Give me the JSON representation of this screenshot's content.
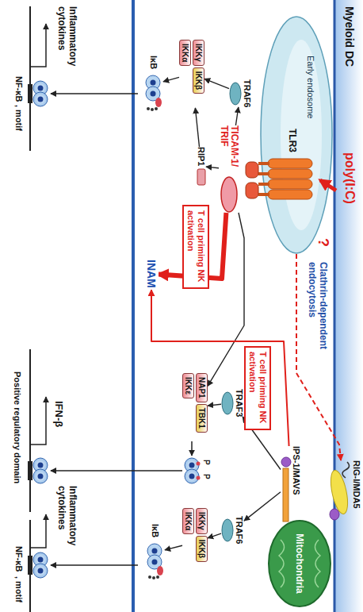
{
  "diagram": {
    "nodes": [
      {
        "text": [
          "Early endosome"
        ]
      },
      {
        "text": [
          "TLR3"
        ],
        "in": 0
      },
      {
        "text": [
          "TICAM-1/ TRIF"
        ]
      },
      {
        "text": [
          "TRAF6"
        ]
      },
      {
        "text": [
          "RIP1"
        ]
      },
      {
        "text": [
          "IKKγ",
          "IKKβ",
          "IKKα"
        ]
      },
      {
        "text": [
          "IκB"
        ]
      },
      {
        "text": [
          "T cell priming NK activation"
        ]
      },
      {
        "text": [
          "TRAF3"
        ]
      },
      {
        "text": [
          "NAP1",
          "TBK1",
          "IKKε"
        ]
      },
      {
        "text": [
          "Mitochondria"
        ]
      },
      {
        "text": [
          "IPS-1/MAVS"
        ]
      },
      {
        "text": [
          "T cell priming NK activation"
        ]
      },
      {
        "text": [
          "TRAF6"
        ]
      },
      {
        "text": [
          "IKKγ",
          "IKKβ",
          "IKKα"
        ]
      },
      {
        "text": [
          "IκB"
        ]
      },
      {
        "text": [
          "INAM"
        ]
      },
      {
        "text": [
          "RIG-I/MDA5"
        ]
      }
    ],
    "edges": [
      {
        "from": 2,
        "to": 3,
        "arrow": "to"
      },
      {
        "from": 2,
        "to": 4,
        "arrow": "to"
      },
      {
        "from": 3,
        "to": 5,
        "arrow": "to"
      },
      {
        "from": 4,
        "to": 5,
        "arrow": "to"
      },
      {
        "from": 5,
        "to": 6,
        "arrow": "to"
      },
      {
        "from": 2,
        "to": 9,
        "arrow": "to"
      },
      {
        "from": 2,
        "to": 16,
        "arrow": "to"
      },
      {
        "from": 11,
        "to": 8,
        "arrow": "to"
      },
      {
        "from": 8,
        "to": 9,
        "arrow": "to"
      },
      {
        "from": 11,
        "to": 13,
        "arrow": "to"
      },
      {
        "from": 13,
        "to": 14,
        "arrow": "to"
      },
      {
        "from": 14,
        "to": 15,
        "arrow": "to"
      },
      {
        "from": 11,
        "to": 16,
        "arrow": "to"
      },
      {
        "from": 0,
        "to": 17,
        "arrow": "to"
      }
    ],
    "labels": [
      "Myeloid DC",
      "poly(I:C)",
      "?",
      "Clathrin-dependent endocytosis",
      "P",
      "P",
      "Inflammatory cytokines",
      "NF-κB",
      ", motif",
      "IFN-β",
      "Positive regulatory domain",
      "Inflammatory cytokines",
      "NF-κB",
      ", motif"
    ]
  }
}
